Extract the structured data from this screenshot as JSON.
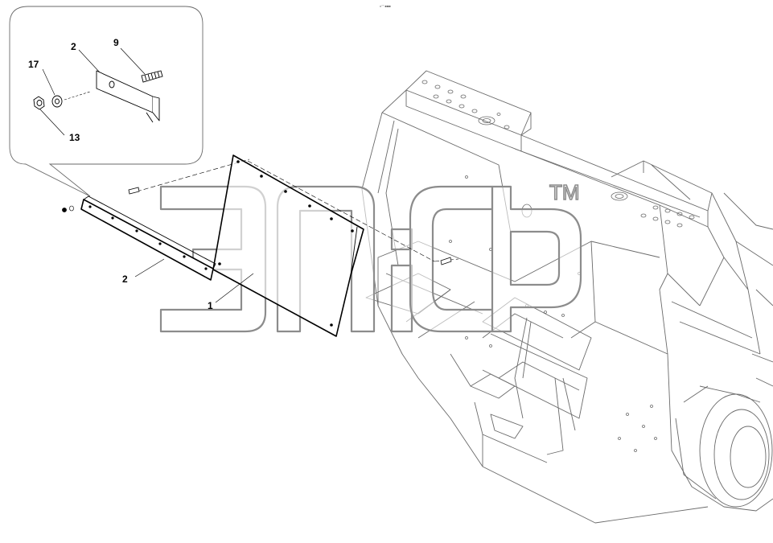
{
  "header": {
    "tiny_label": "n°° ■■■"
  },
  "watermark": {
    "trademark": "TM",
    "color": "#8c8c8c"
  },
  "callouts": {
    "detail_2": "2",
    "detail_9": "9",
    "detail_17": "17",
    "detail_13": "13",
    "main_2": "2",
    "main_1": "1"
  },
  "colors": {
    "line": "#000000",
    "frame_line": "#666666",
    "background": "#ffffff"
  }
}
